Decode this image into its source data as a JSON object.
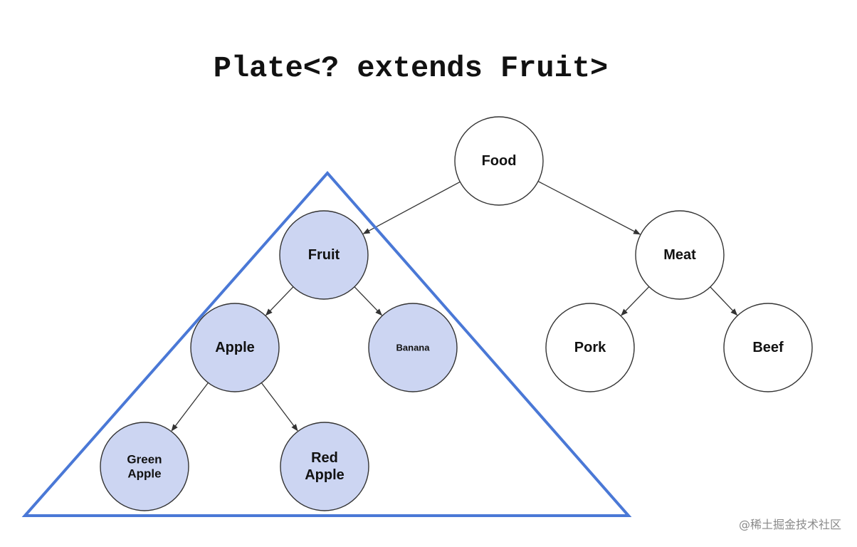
{
  "title": "Plate<? extends Fruit>",
  "watermark": "@稀土掘金技术社区",
  "colors": {
    "highlight_fill": "#ccd5f2",
    "plain_fill": "#ffffff",
    "node_stroke": "#333333",
    "edge": "#333333",
    "triangle": "#4a78d6"
  },
  "nodes": [
    {
      "id": "food",
      "lines": [
        "Food"
      ],
      "highlighted": false
    },
    {
      "id": "fruit",
      "lines": [
        "Fruit"
      ],
      "highlighted": true
    },
    {
      "id": "meat",
      "lines": [
        "Meat"
      ],
      "highlighted": false
    },
    {
      "id": "apple",
      "lines": [
        "Apple"
      ],
      "highlighted": true
    },
    {
      "id": "banana",
      "lines": [
        "Banana"
      ],
      "highlighted": true
    },
    {
      "id": "pork",
      "lines": [
        "Pork"
      ],
      "highlighted": false
    },
    {
      "id": "beef",
      "lines": [
        "Beef"
      ],
      "highlighted": false
    },
    {
      "id": "green-apple",
      "lines": [
        "Green",
        "Apple"
      ],
      "highlighted": true
    },
    {
      "id": "red-apple",
      "lines": [
        "Red",
        "Apple"
      ],
      "highlighted": true
    }
  ],
  "edges": [
    {
      "from": "food",
      "to": "fruit"
    },
    {
      "from": "food",
      "to": "meat"
    },
    {
      "from": "fruit",
      "to": "apple"
    },
    {
      "from": "fruit",
      "to": "banana"
    },
    {
      "from": "meat",
      "to": "pork"
    },
    {
      "from": "meat",
      "to": "beef"
    },
    {
      "from": "apple",
      "to": "green-apple"
    },
    {
      "from": "apple",
      "to": "red-apple"
    }
  ]
}
